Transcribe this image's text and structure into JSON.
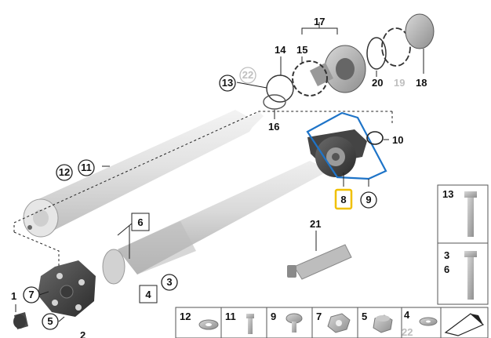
{
  "labels": {
    "n1": "1",
    "n2": "2",
    "n3": "3",
    "n4": "4",
    "n5": "5",
    "n6": "6",
    "n7": "7",
    "n8": "8",
    "n9": "9",
    "n10": "10",
    "n11": "11",
    "n12": "12",
    "n13": "13",
    "n14": "14",
    "n15": "15",
    "n16": "16",
    "n17": "17",
    "n18": "18",
    "n19": "19",
    "n20": "20",
    "n21": "21",
    "n22": "22"
  },
  "side_panel": {
    "top_number": "13",
    "mid_number_a": "3",
    "mid_number_b": "6"
  },
  "bottom_panel": {
    "cells": [
      {
        "number": "12"
      },
      {
        "number": "11"
      },
      {
        "number": "9"
      },
      {
        "number": "7"
      },
      {
        "number": "5"
      },
      {
        "number": "4",
        "secondary": "22"
      }
    ]
  },
  "colors": {
    "highlight_box": "#f0c000",
    "selection_outline": "#1e74c8",
    "part_grey": "#c9c9c9",
    "line": "#111111"
  },
  "icons": [
    "center-bearing-highlight",
    "corner-fold-icon"
  ]
}
